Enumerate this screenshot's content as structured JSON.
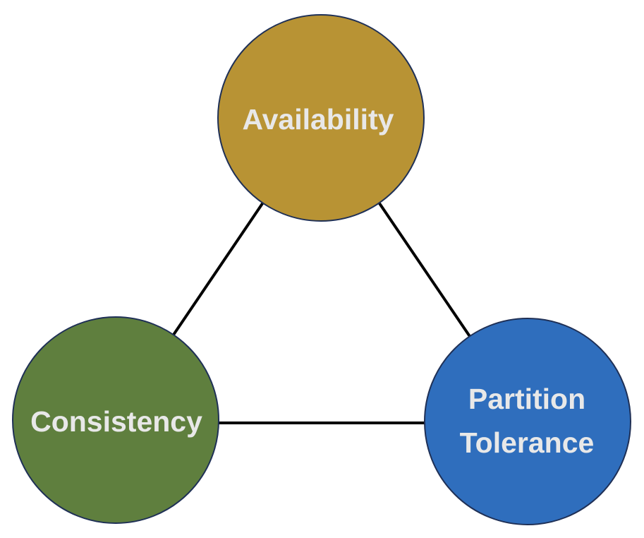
{
  "diagram": {
    "title": "CAP Theorem",
    "nodes": [
      {
        "id": "availability",
        "lines": [
          "Availability"
        ],
        "color": "#b89334"
      },
      {
        "id": "consistency",
        "lines": [
          "Consistency"
        ],
        "color": "#5f7f3e"
      },
      {
        "id": "partition-tolerance",
        "lines": [
          "Partition",
          "Tolerance"
        ],
        "color": "#2f6ebd"
      }
    ],
    "edges": [
      {
        "from": "availability",
        "to": "consistency"
      },
      {
        "from": "availability",
        "to": "partition-tolerance"
      },
      {
        "from": "consistency",
        "to": "partition-tolerance"
      }
    ],
    "outline_color": "#1f3056",
    "edge_color": "#000000",
    "text_color": "#e8e8e8"
  }
}
